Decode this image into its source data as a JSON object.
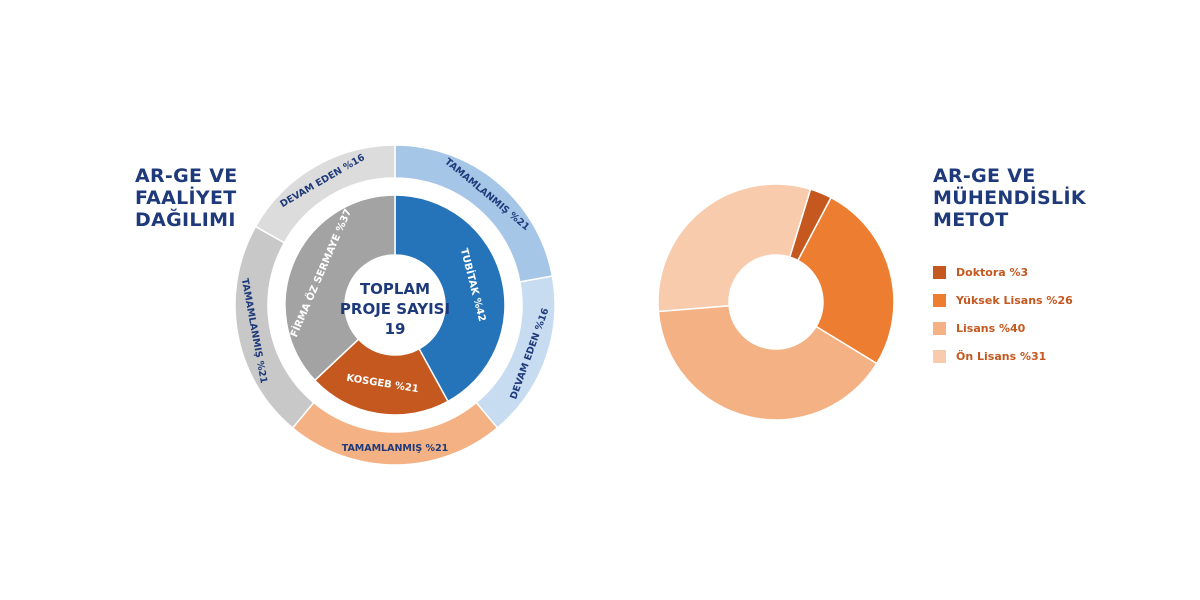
{
  "left_block": {
    "title_lines": [
      "AR-GE VE",
      "FAALİYET",
      "DAĞILIMI"
    ]
  },
  "right_block": {
    "title_lines": [
      "AR-GE VE",
      "MÜHENDİSLİK",
      "METOT"
    ]
  },
  "chart_data": [
    {
      "type": "sunburst",
      "title": "AR-GE VE FAALİYET DAĞILIMI",
      "center_label": [
        "TOPLAM",
        "PROJE SAYISI",
        "19"
      ],
      "total_projects": 19,
      "inner_ring": [
        {
          "label": "TUBİTAK %42",
          "percent": 42,
          "color": "#2573b9",
          "text_color": "#ffffff"
        },
        {
          "label": "KOSGEB %21",
          "percent": 21,
          "color": "#c4581f",
          "text_color": "#ffffff"
        },
        {
          "label": "FİRMA ÖZ SERMAYE %37",
          "percent": 37,
          "color": "#a3a3a3",
          "text_color": "#ffffff"
        }
      ],
      "outer_ring": [
        {
          "label": "TAMAMLANMIŞ %21",
          "percent": 21,
          "color": "#a6c6e7",
          "text_color": "#1f3a7a"
        },
        {
          "label": "DEVAM EDEN %16",
          "percent": 16,
          "color": "#c7dcf0",
          "text_color": "#1f3a7a"
        },
        {
          "label": "TAMAMLANMIŞ %21",
          "percent": 21,
          "color": "#f4b183",
          "text_color": "#1f3a7a"
        },
        {
          "label": "TAMAMLANMIŞ %21",
          "percent": 21,
          "color": "#c8c8c8",
          "text_color": "#1f3a7a"
        },
        {
          "label": "DEVAM EDEN %16",
          "percent": 16,
          "color": "#dcdcdc",
          "text_color": "#1f3a7a"
        }
      ]
    },
    {
      "type": "pie",
      "donut": true,
      "title": "AR-GE VE MÜHENDİSLİK METOT",
      "legend_position": "right",
      "slices": [
        {
          "label": "Doktora %3",
          "value": 3,
          "color": "#c4581f"
        },
        {
          "label": "Yüksek Lisans %26",
          "value": 26,
          "color": "#ed7d31"
        },
        {
          "label": "Lisans %40",
          "value": 40,
          "color": "#f4b183"
        },
        {
          "label": "Ön Lisans %31",
          "value": 31,
          "color": "#f8cbad"
        }
      ]
    }
  ]
}
